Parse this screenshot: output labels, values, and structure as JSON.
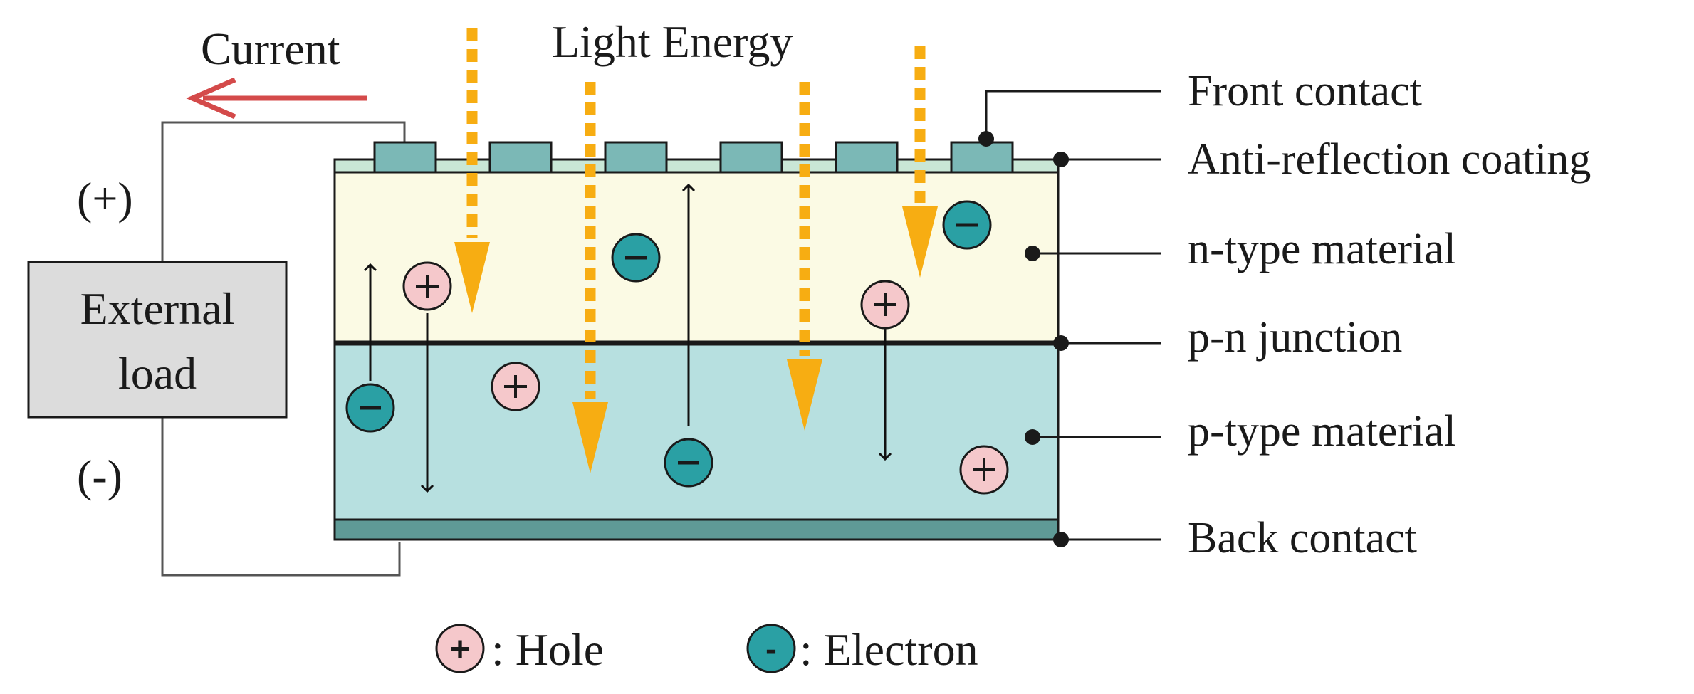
{
  "labels": {
    "current": "Current",
    "light_energy": "Light Energy",
    "plus_terminal": "(+)",
    "minus_terminal": "(-)",
    "external_load_line1": "External",
    "external_load_line2": "load",
    "front_contact": "Front contact",
    "anti_reflection": "Anti-reflection coating",
    "n_type": "n-type material",
    "pn_junction": "p-n junction",
    "p_type": "p-type material",
    "back_contact": "Back contact"
  },
  "legend": {
    "hole_symbol": "+",
    "hole_label": ": Hole",
    "electron_symbol": "-",
    "electron_label": ": Electron"
  },
  "colors": {
    "n_type_fill": "#fbfae4",
    "p_type_fill": "#b7e0e0",
    "front_contact_fill": "#7bb8b6",
    "anti_reflection_fill": "#c9e7d6",
    "back_contact_fill": "#5f9a96",
    "hole_fill": "#f5c8cb",
    "electron_fill": "#2aa0a4",
    "light_arrow": "#f7ad12",
    "current_arrow": "#d44a4a",
    "load_fill": "#dcdcdc"
  }
}
